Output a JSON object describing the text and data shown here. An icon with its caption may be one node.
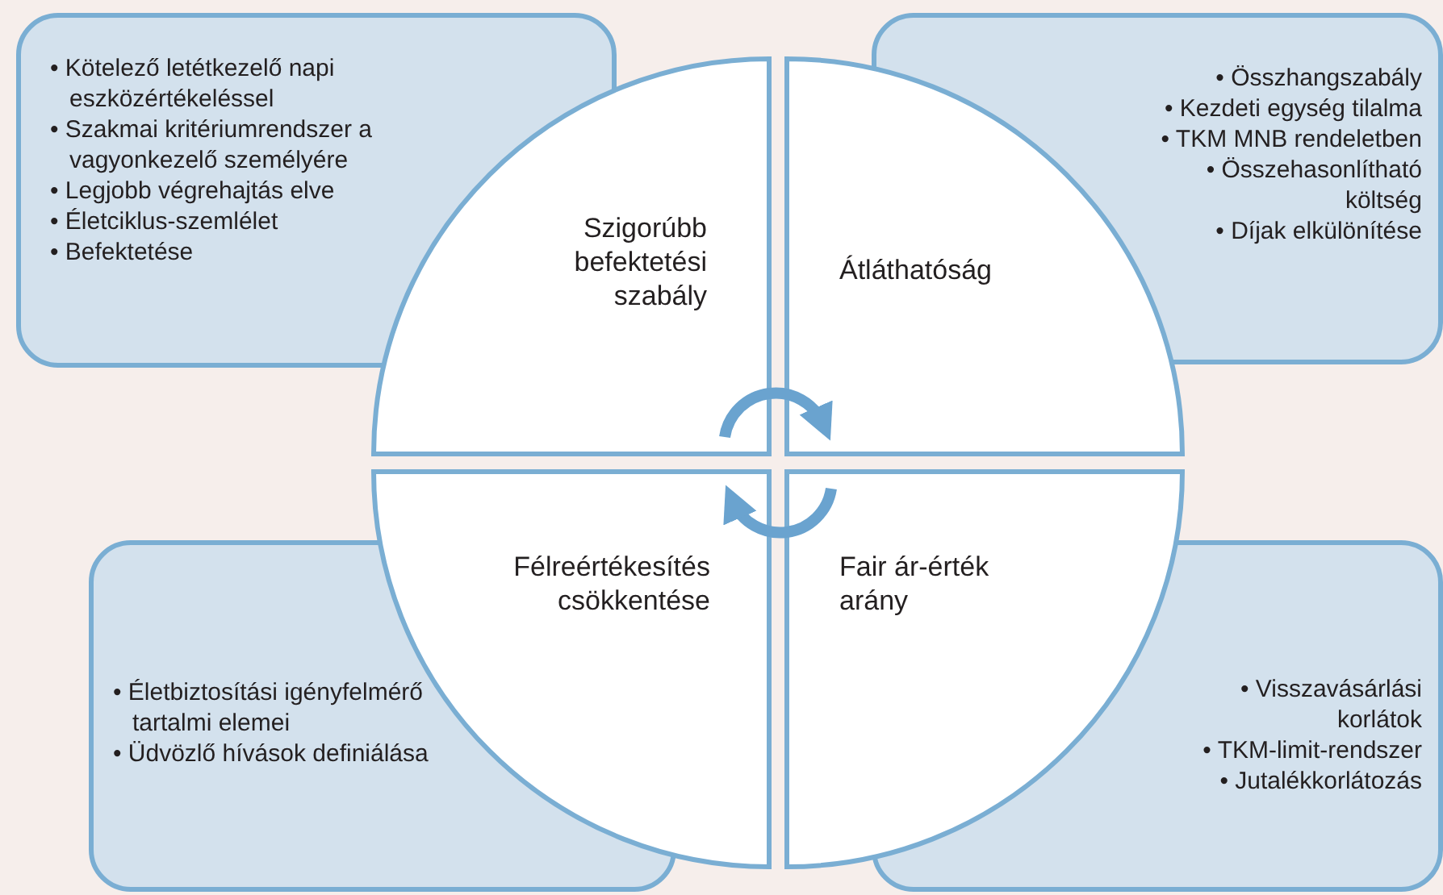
{
  "diagram": {
    "nodes": [
      {
        "text": [
          "• Kötelező letétkezelő napi eszközértékeléssel",
          "• Szakmai kritériumrendszer a vagyonkezelő személyére",
          "• Legjobb végrehajtás elve",
          "• Életciklus-szemlélet",
          "• Befektetése"
        ]
      },
      {
        "text": [
          "Szigorúbb befektetési szabály"
        ]
      },
      {
        "text": [
          "Átláthatóság"
        ]
      },
      {
        "text": [
          "• Összhangszabály",
          "• Kezdeti egység tilalma",
          "• TKM MNB rendeletben",
          "• Összehasonlítható költség",
          "• Díjak elkülönítése"
        ]
      },
      {
        "text": [
          "• Életbiztosítási igényfelmérő tartalmi elemei",
          "• Üdvözlő hívások definiálása"
        ]
      },
      {
        "text": [
          "Félreértékesítés csökkentése"
        ]
      },
      {
        "text": [
          "Fair ár-érték arány"
        ]
      },
      {
        "text": [
          "• Visszavásárlási korlátok",
          "• TKM-limit-rendszer",
          "• Jutalékkorlátozás"
        ]
      }
    ],
    "edges": [
      {
        "from": 1,
        "to": 2,
        "arrow": "to"
      },
      {
        "from": 6,
        "to": 5,
        "arrow": "to"
      }
    ]
  }
}
